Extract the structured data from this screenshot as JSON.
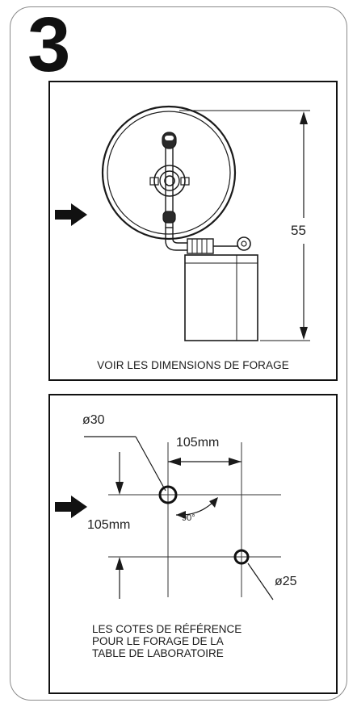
{
  "step": {
    "number": "3"
  },
  "top_panel": {
    "height_dimension": "55",
    "caption": "VOIR LES DIMENSIONS DE FORAGE"
  },
  "bottom_panel": {
    "hole_large": "ø30",
    "hole_small": "ø25",
    "horizontal_spacing": "105mm",
    "vertical_spacing": "105mm",
    "angle": "90°",
    "caption_lines": [
      "LES COTES DE RÉFÉRENCE",
      "POUR LE FORAGE DE LA",
      "TABLE DE LABORATOIRE"
    ]
  },
  "icons": {
    "pointer_arrow": "arrow-right-icon"
  },
  "colors": {
    "ink": "#111111",
    "frame": "#8a8a8a"
  }
}
